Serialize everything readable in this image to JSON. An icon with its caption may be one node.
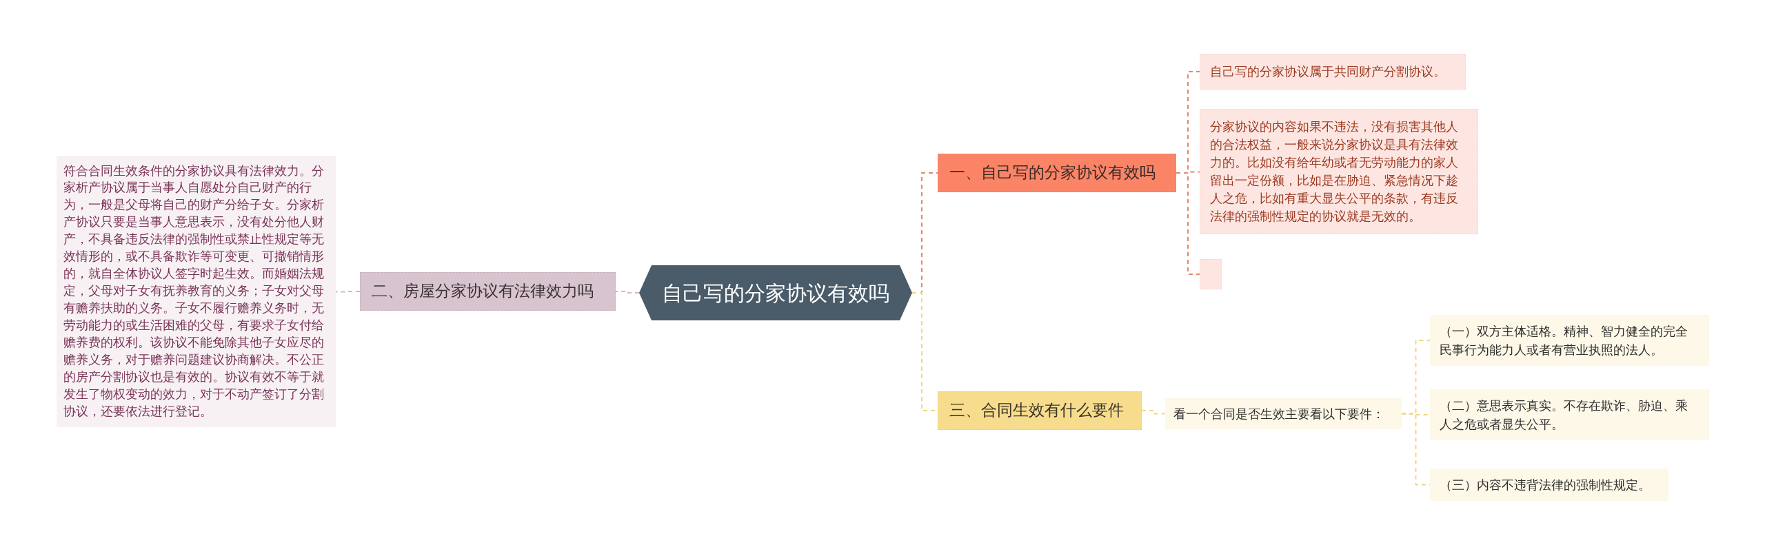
{
  "diagram": {
    "nodes": [
      {
        "text": [
          "自己写的分家协议有效吗"
        ]
      },
      {
        "text": [
          "一、自己写的分家协议有效吗"
        ]
      },
      {
        "text": [
          "自己写的分家协议属于共同财产分割协议。"
        ]
      },
      {
        "text": [
          "分家协议的内容如果不违法，没有损害其他人的合法权益，一般来说分家协议是具有法律效力的。比如没有给年幼或者无劳动能力的家人留出一定份额，比如是在胁迫、紧急情况下趁人之危，比如有重大显失公平的条款，有违反法律的强制性规定的协议就是无效的。"
        ]
      },
      {
        "text": [],
        "shape": "box"
      },
      {
        "text": [
          "二、房屋分家协议有法律效力吗"
        ]
      },
      {
        "text": [
          "符合合同生效条件的分家协议具有法律效力。分家析产协议属于当事人自愿处分自己财产的行为，一般是父母将自己的财产分给子女。分家析产协议只要是当事人意思表示，没有处分他人财产，不具备违反法律的强制性或禁止性规定等无效情形的，或不具备欺诈等可变更、可撤销情形的，就自全体协议人签字时起生效。而婚姻法规定，父母对子女有抚养教育的义务；子女对父母有赡养扶助的义务。子女不履行赡养义务时，无劳动能力的或生活困难的父母，有要求子女付给赡养费的权利。该协议不能免除其他子女应尽的赡养义务，对于赡养问题建议协商解决。不公正的房产分割协议也是有效的。协议有效不等于就发生了物权变动的效力，对于不动产签订了分割协议，还要依法进行登记。"
        ]
      },
      {
        "text": [
          "三、合同生效有什么要件"
        ]
      },
      {
        "text": [
          "看一个合同是否生效主要看以下要件："
        ]
      },
      {
        "text": [
          "（一）双方主体适格。精神、智力健全的完全民事行为能力人或者有营业执照的法人。"
        ]
      },
      {
        "text": [
          "（二）意思表示真实。不存在欺诈、胁迫、乘人之危或者显失公平。"
        ]
      },
      {
        "text": [
          "（三）内容不违背法律的强制性规定。"
        ]
      }
    ],
    "edges": [
      {
        "from": 0,
        "to": 1,
        "arrow": "none",
        "style": "dashed",
        "color": "#e8866c"
      },
      {
        "from": 1,
        "to": 2,
        "arrow": "none",
        "style": "dashed",
        "color": "#e8866c"
      },
      {
        "from": 1,
        "to": 3,
        "arrow": "none",
        "style": "dashed",
        "color": "#e8866c"
      },
      {
        "from": 1,
        "to": 4,
        "arrow": "none",
        "style": "dashed",
        "color": "#e8866c"
      },
      {
        "from": 0,
        "to": 5,
        "arrow": "none",
        "style": "dashed",
        "color": "#d3b6c3"
      },
      {
        "from": 5,
        "to": 6,
        "arrow": "none",
        "style": "dashed",
        "color": "#d3b6c3"
      },
      {
        "from": 0,
        "to": 7,
        "arrow": "none",
        "style": "dashed",
        "color": "#f2d77f"
      },
      {
        "from": 7,
        "to": 8,
        "arrow": "none",
        "style": "dashed",
        "color": "#f2d77f"
      },
      {
        "from": 8,
        "to": 9,
        "arrow": "none",
        "style": "dashed",
        "color": "#f2d77f"
      },
      {
        "from": 8,
        "to": 10,
        "arrow": "none",
        "style": "dashed",
        "color": "#f2d77f"
      },
      {
        "from": 8,
        "to": 11,
        "arrow": "none",
        "style": "dashed",
        "color": "#f2d77f"
      }
    ]
  }
}
